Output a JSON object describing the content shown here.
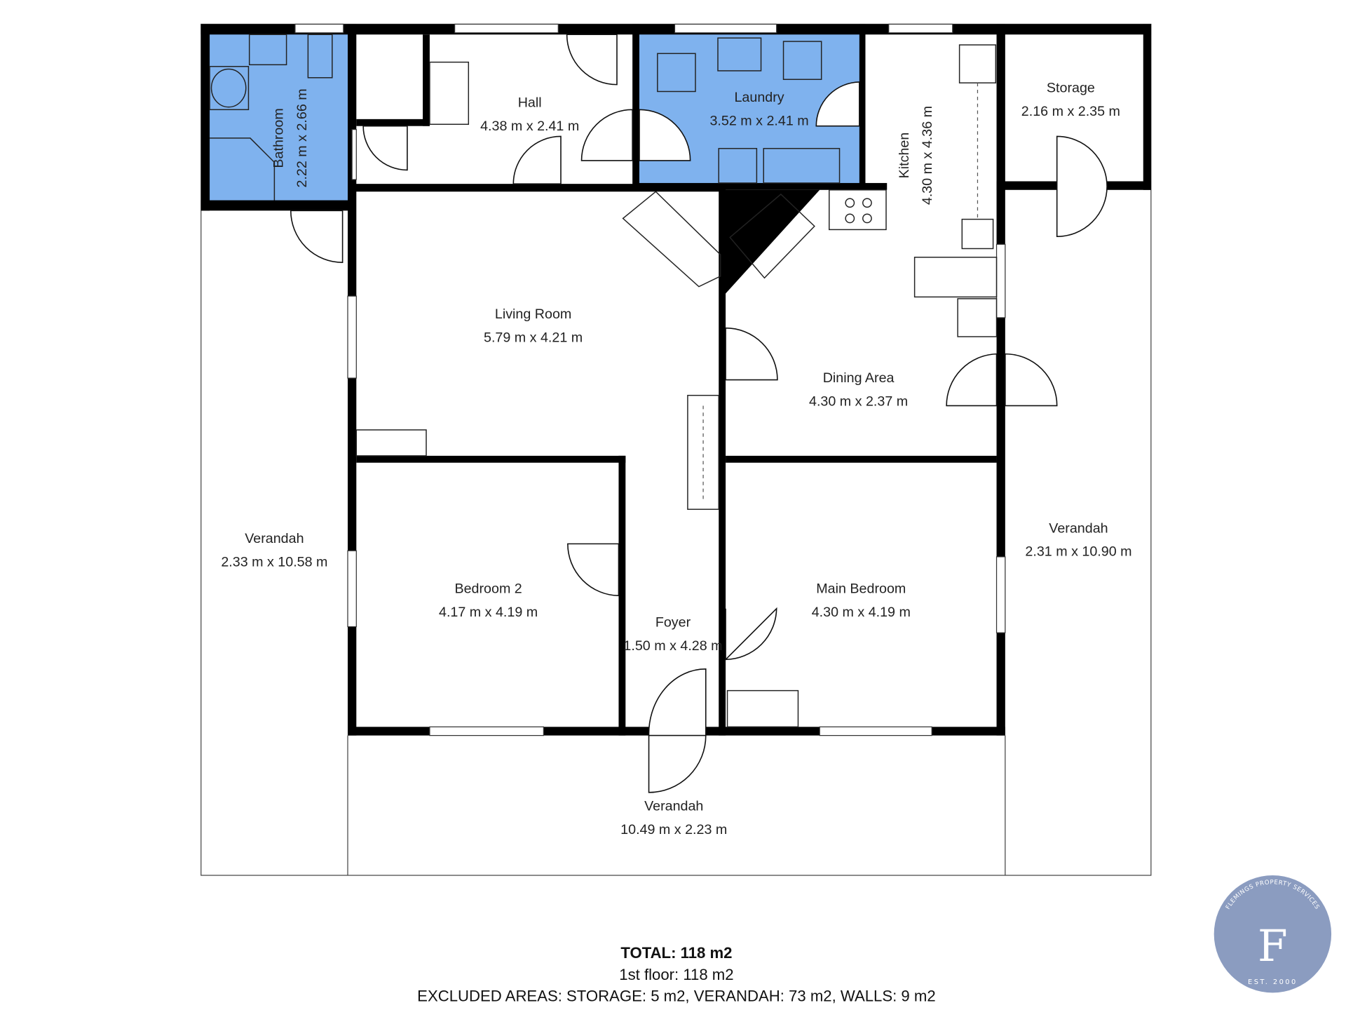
{
  "colors": {
    "wet_area": "#7fb2ee",
    "wall": "#000000",
    "logo": "#8b9cc0"
  },
  "rooms": {
    "bathroom": {
      "name": "Bathroom",
      "size": "2.22 m x 2.66 m"
    },
    "hall": {
      "name": "Hall",
      "size": "4.38 m x 2.41 m"
    },
    "laundry": {
      "name": "Laundry",
      "size": "3.52 m x 2.41 m"
    },
    "kitchen": {
      "name": "Kitchen",
      "size": "4.30 m x 4.36 m"
    },
    "storage": {
      "name": "Storage",
      "size": "2.16 m x 2.35 m"
    },
    "living": {
      "name": "Living Room",
      "size": "5.79 m x 4.21 m"
    },
    "dining": {
      "name": "Dining Area",
      "size": "4.30 m x 2.37 m"
    },
    "verandah_left": {
      "name": "Verandah",
      "size": "2.33 m x 10.58 m"
    },
    "verandah_right": {
      "name": "Verandah",
      "size": "2.31 m x 10.90 m"
    },
    "verandah_front": {
      "name": "Verandah",
      "size": "10.49 m x 2.23 m"
    },
    "bedroom2": {
      "name": "Bedroom 2",
      "size": "4.17 m x 4.19 m"
    },
    "main_bedroom": {
      "name": "Main Bedroom",
      "size": "4.30 m x 4.19 m"
    },
    "foyer": {
      "name": "Foyer",
      "size": "1.50 m x 4.28 m"
    }
  },
  "summary": {
    "total": "TOTAL: 118 m2",
    "floor": "1st floor: 118 m2",
    "excluded": "EXCLUDED AREAS: STORAGE: 5 m2, VERANDAH: 73 m2, WALLS: 9 m2"
  },
  "logo": {
    "letter": "F",
    "ring_text": "FLEMINGS PROPERTY SERVICES",
    "est": "EST. 2000"
  }
}
